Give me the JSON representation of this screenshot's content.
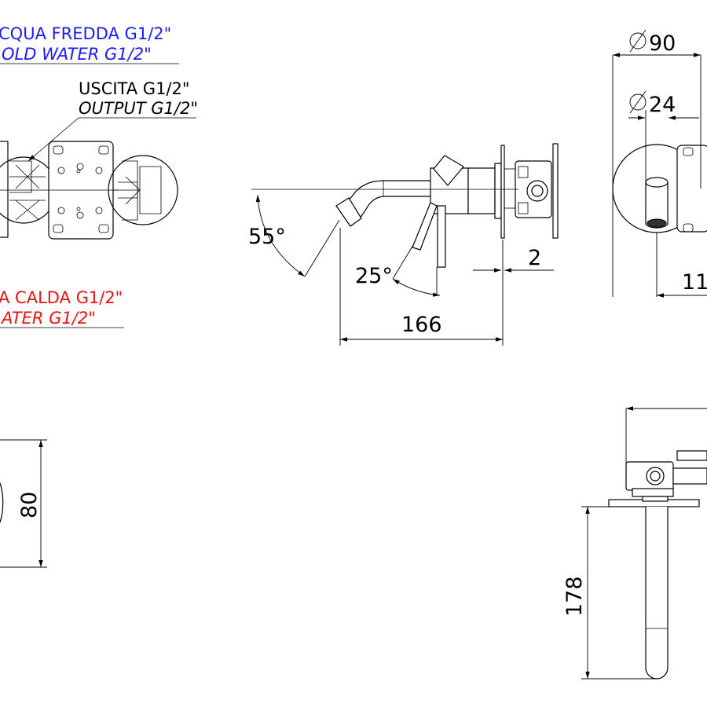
{
  "labels": {
    "cold_it": "CQUA FREDDA G1/2\"",
    "cold_en": "OLD WATER G1/2\"",
    "output_it": "USCITA G1/2\"",
    "output_en": "OUTPUT G1/2\"",
    "hot_it": "A CALDA G1/2\"",
    "hot_en": "ATER G1/2\""
  },
  "dimensions": {
    "angle_spout": "55°",
    "angle_lever": "25°",
    "depth": "2",
    "length": "166",
    "plate_diameter": "90",
    "spout_diameter": "24",
    "offset_partial": "11",
    "height_left": "80",
    "height_bottom": "178"
  },
  "colors": {
    "cold_label": "#1a1aff",
    "hot_label": "#ee1111",
    "lines": "#000000"
  }
}
